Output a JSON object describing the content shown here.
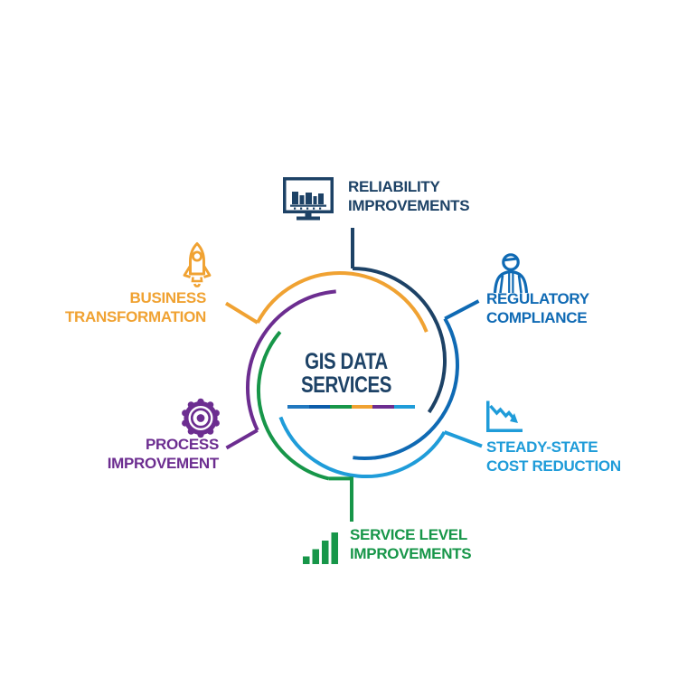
{
  "center": {
    "line1": "GIS DATA",
    "line2": "SERVICES",
    "underline_colors": [
      "#2178bf",
      "#0b5ca9",
      "#179649",
      "#f0a232",
      "#6c2d90",
      "#1f9cd9"
    ]
  },
  "items": [
    {
      "id": "reliability-improvements",
      "line1": "RELIABILITY",
      "line2": "IMPROVEMENTS",
      "color": "#1d4266",
      "icon": "monitor-chart-icon",
      "position": "top"
    },
    {
      "id": "regulatory-compliance",
      "line1": "REGULATORY",
      "line2": "COMPLIANCE",
      "color": "#0f6ab4",
      "icon": "person-icon",
      "position": "right"
    },
    {
      "id": "steady-state-cost-reduction",
      "line1": "STEADY-STATE",
      "line2": "COST REDUCTION",
      "color": "#1f9cd9",
      "icon": "decline-chart-icon",
      "position": "lower-right"
    },
    {
      "id": "service-level-improvements",
      "line1": "SERVICE LEVEL",
      "line2": "IMPROVEMENTS",
      "color": "#179649",
      "icon": "bar-chart-icon",
      "position": "bottom"
    },
    {
      "id": "process-improvement",
      "line1": "PROCESS",
      "line2": "IMPROVEMENT",
      "color": "#6c2d90",
      "icon": "gear-icon",
      "position": "left"
    },
    {
      "id": "business-transformation",
      "line1": "BUSINESS",
      "line2": "TRANSFORMATION",
      "color": "#f0a232",
      "icon": "rocket-icon",
      "position": "upper-left"
    }
  ]
}
